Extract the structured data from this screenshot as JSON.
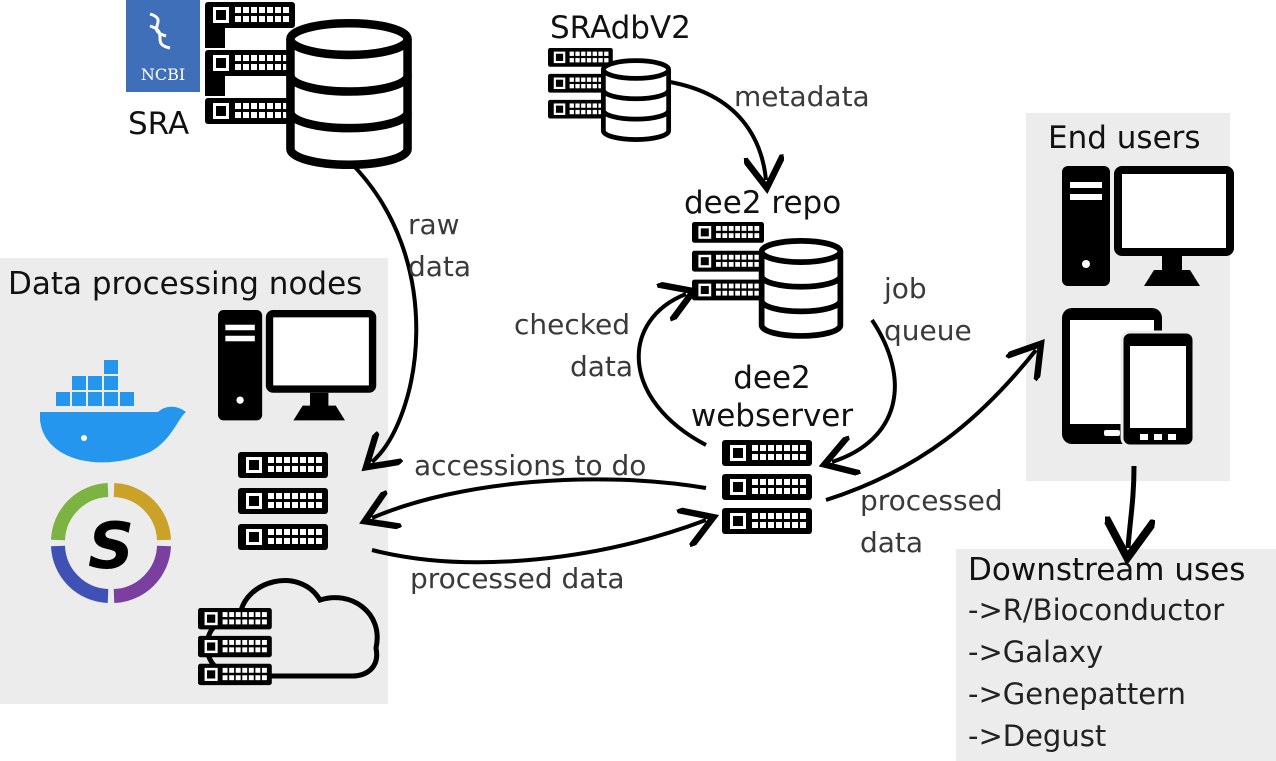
{
  "nodes": {
    "ncbi_logo_text": "NCBI",
    "sra": "SRA",
    "sradb": "SRAdbV2",
    "repo": "dee2 repo",
    "webserver_line1": "dee2",
    "webserver_line2": "webserver",
    "processing_title": "Data processing nodes",
    "end_users_title": "End users",
    "downstream_title": "Downstream uses",
    "downstream_items": [
      "->R/Bioconductor",
      "->Galaxy",
      "->Genepattern",
      "->Degust"
    ]
  },
  "edges": {
    "raw_line1": "raw",
    "raw_line2": "data",
    "metadata": "metadata",
    "job_line1": "job",
    "job_line2": "queue",
    "checked_line1": "checked",
    "checked_line2": "data",
    "accessions": "accessions to do",
    "processed_bottom": "processed data",
    "processed_right_line1": "processed",
    "processed_right_line2": "data"
  },
  "colors": {
    "panel": "#ececec",
    "ink": "#000000",
    "ncbi_blue": "#3f6fb8",
    "docker_blue": "#2496ed",
    "singularity_green": "#7cb342",
    "singularity_gold": "#c9a227",
    "singularity_purple": "#7b3fa0",
    "singularity_blue": "#3f51b5"
  }
}
